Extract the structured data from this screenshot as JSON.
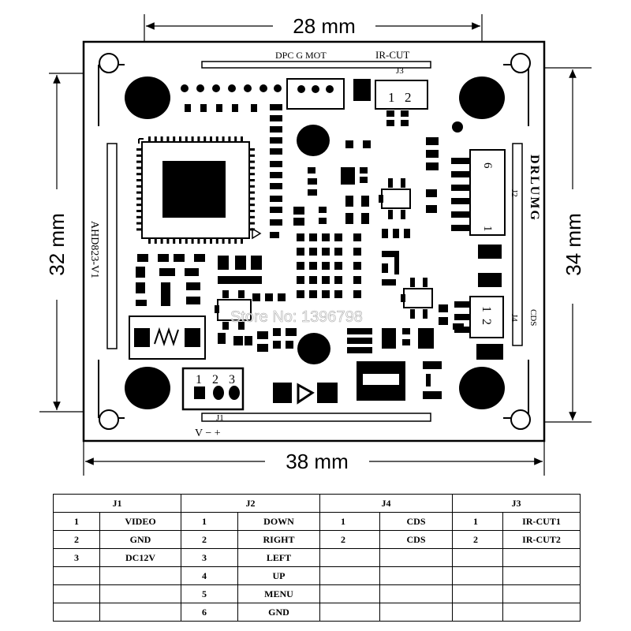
{
  "dimensions": {
    "top_width": "28 mm",
    "bottom_width": "38 mm",
    "left_height": "32 mm",
    "right_height": "34 mm"
  },
  "board": {
    "model_label": "AHD823-V1",
    "brand_label": "DRLUMG",
    "top_header_label": "DPC G MOT",
    "ir_cut_label": "IR-CUT",
    "connector_j3": {
      "name": "J3",
      "pins": [
        "1",
        "2"
      ]
    },
    "connector_j2": {
      "name": "J2",
      "pin_top": "6",
      "pin_bottom": "1"
    },
    "connector_j4": {
      "name": "J4",
      "label": "CDS",
      "pins": [
        "1",
        "2"
      ]
    },
    "connector_j1": {
      "name": "J1",
      "pins": [
        "1",
        "2",
        "3"
      ],
      "polarity": "V  −  +"
    }
  },
  "watermark": "Store No: 1396798",
  "pin_table": {
    "headers": [
      "J1",
      "J2",
      "J4",
      "J3"
    ],
    "rows": [
      [
        "1",
        "VIDEO",
        "1",
        "DOWN",
        "1",
        "CDS",
        "1",
        "IR-CUT1"
      ],
      [
        "2",
        "GND",
        "2",
        "RIGHT",
        "2",
        "CDS",
        "2",
        "IR-CUT2"
      ],
      [
        "3",
        "DC12V",
        "3",
        "LEFT",
        "",
        "",
        "",
        ""
      ],
      [
        "",
        "",
        "4",
        "UP",
        "",
        "",
        "",
        ""
      ],
      [
        "",
        "",
        "5",
        "MENU",
        "",
        "",
        "",
        ""
      ],
      [
        "",
        "",
        "6",
        "GND",
        "",
        "",
        "",
        ""
      ]
    ]
  },
  "colors": {
    "ink": "#000000",
    "background": "#ffffff"
  }
}
